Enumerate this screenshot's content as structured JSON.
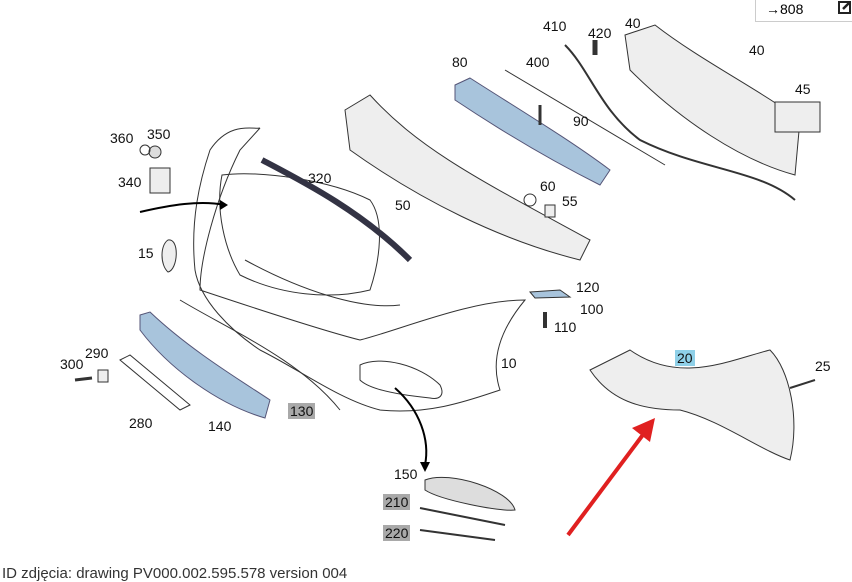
{
  "header": {
    "reference": "→808",
    "edit_icon": "edit-icon"
  },
  "caption": "ID zdjęcia: drawing  PV000.002.595.578  version  004",
  "labels": {
    "p410": "410",
    "p420": "420",
    "p40a": "40",
    "p40b": "40",
    "p45": "45",
    "p80": "80",
    "p400": "400",
    "p90": "90",
    "p360": "360",
    "p350": "350",
    "p340": "340",
    "p320": "320",
    "p50": "50",
    "p60": "60",
    "p55": "55",
    "p15": "15",
    "p120": "120",
    "p100": "100",
    "p110": "110",
    "p300": "300",
    "p290": "290",
    "p10": "10",
    "p20": "20",
    "p25": "25",
    "p280": "280",
    "p140": "140",
    "p130": "130",
    "p150": "150",
    "p210": "210",
    "p220": "220"
  },
  "colors": {
    "highlight_blue": "#8fd0e8",
    "highlight_gray": "#a9a9a9",
    "arrow_red": "#e02020",
    "part_blue": "#a8c4dc"
  }
}
